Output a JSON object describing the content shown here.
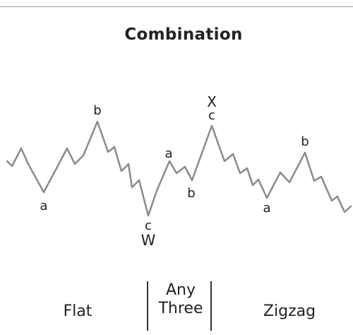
{
  "diagram": {
    "title": "Combination",
    "wave_labels": {
      "flat_a": "a",
      "flat_b": "b",
      "flat_c": "c",
      "w": "W",
      "any_a": "a",
      "any_b": "b",
      "any_c": "c",
      "x": "X",
      "zig_a": "a",
      "zig_b": "b"
    },
    "sections": {
      "flat": "Flat",
      "any_three_line1": "Any",
      "any_three_line2": "Three",
      "zigzag": "Zigzag"
    },
    "colors": {
      "line": "#8a8a8a",
      "text": "#222222",
      "rule": "#9a9a9a"
    }
  }
}
